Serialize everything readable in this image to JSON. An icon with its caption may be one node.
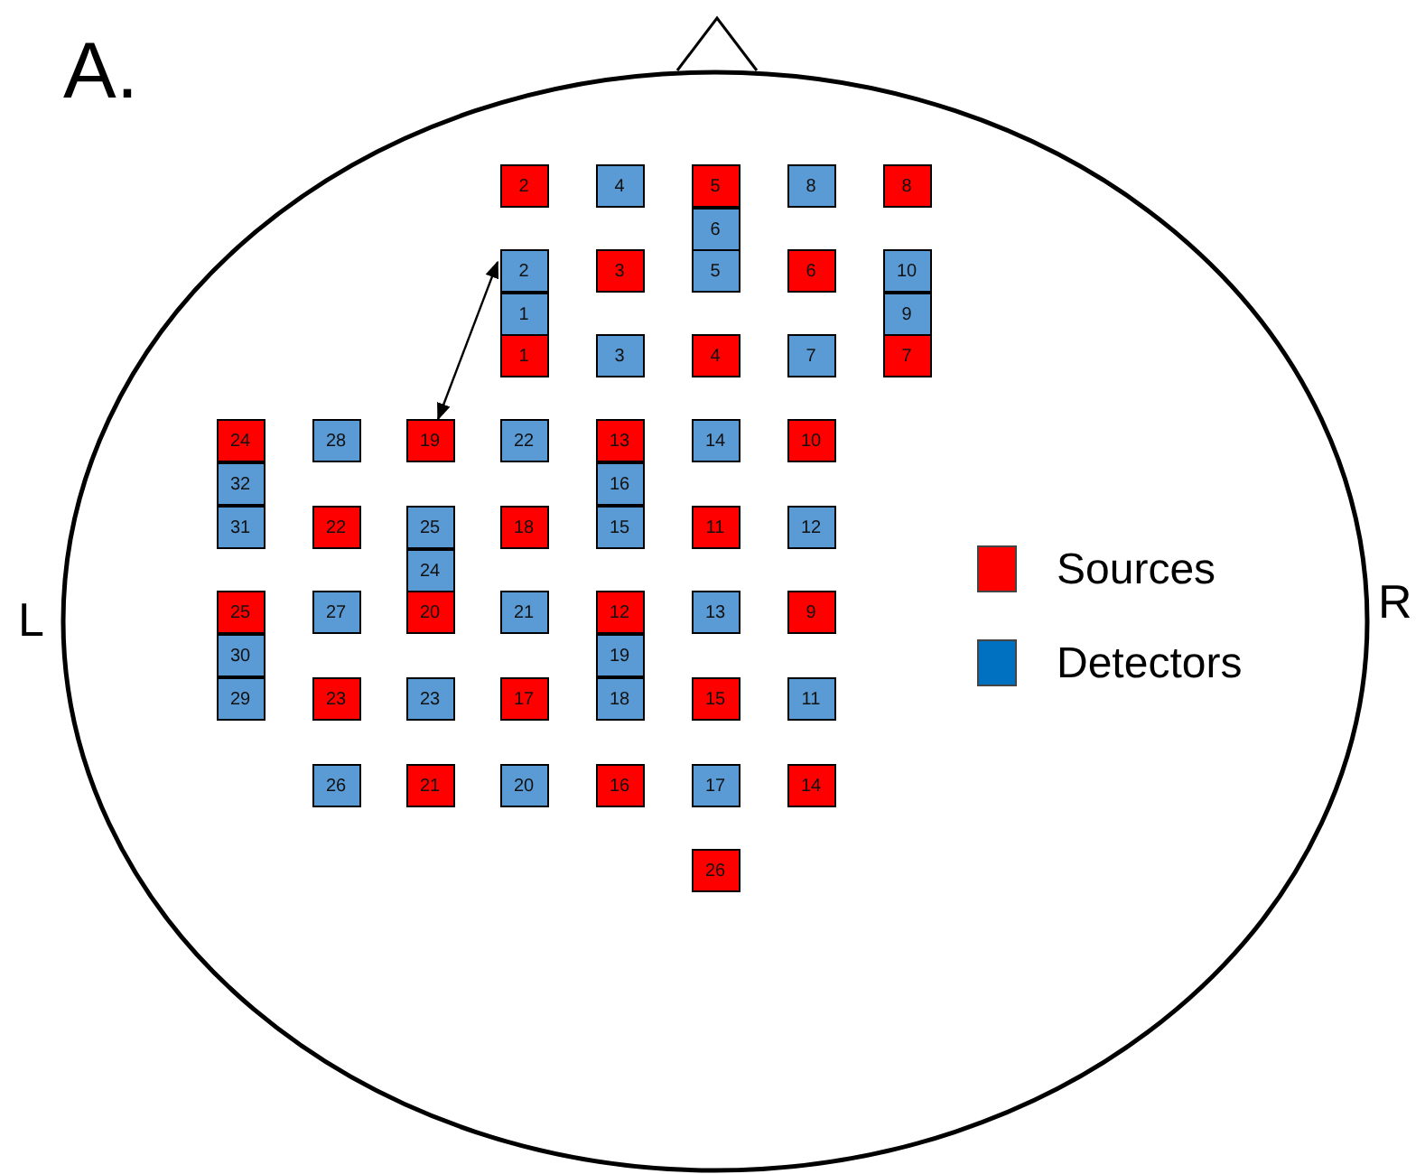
{
  "diagram": {
    "nodes": [
      {
        "text": [
          "2"
        ]
      },
      {
        "text": [
          "4"
        ]
      },
      {
        "text": [
          "5"
        ]
      },
      {
        "text": [
          "8"
        ]
      },
      {
        "text": [
          "8"
        ]
      },
      {
        "text": [
          "6"
        ]
      },
      {
        "text": [
          "2"
        ]
      },
      {
        "text": [
          "3"
        ]
      },
      {
        "text": [
          "5"
        ]
      },
      {
        "text": [
          "6"
        ]
      },
      {
        "text": [
          "10"
        ]
      },
      {
        "text": [
          "1"
        ]
      },
      {
        "text": [
          "9"
        ]
      },
      {
        "text": [
          "1"
        ]
      },
      {
        "text": [
          "3"
        ]
      },
      {
        "text": [
          "4"
        ]
      },
      {
        "text": [
          "7"
        ]
      },
      {
        "text": [
          "7"
        ]
      },
      {
        "text": [
          "24"
        ]
      },
      {
        "text": [
          "28"
        ]
      },
      {
        "text": [
          "19"
        ]
      },
      {
        "text": [
          "22"
        ]
      },
      {
        "text": [
          "13"
        ]
      },
      {
        "text": [
          "14"
        ]
      },
      {
        "text": [
          "10"
        ]
      },
      {
        "text": [
          "32"
        ]
      },
      {
        "text": [
          "16"
        ]
      },
      {
        "text": [
          "31"
        ]
      },
      {
        "text": [
          "22"
        ]
      },
      {
        "text": [
          "25"
        ]
      },
      {
        "text": [
          "18"
        ]
      },
      {
        "text": [
          "15"
        ]
      },
      {
        "text": [
          "11"
        ]
      },
      {
        "text": [
          "12"
        ]
      },
      {
        "text": [
          "24"
        ]
      },
      {
        "text": [
          "25"
        ]
      },
      {
        "text": [
          "27"
        ]
      },
      {
        "text": [
          "20"
        ]
      },
      {
        "text": [
          "21"
        ]
      },
      {
        "text": [
          "12"
        ]
      },
      {
        "text": [
          "13"
        ]
      },
      {
        "text": [
          "9"
        ]
      },
      {
        "text": [
          "30"
        ]
      },
      {
        "text": [
          "19"
        ]
      },
      {
        "text": [
          "29"
        ]
      },
      {
        "text": [
          "23"
        ]
      },
      {
        "text": [
          "23"
        ]
      },
      {
        "text": [
          "17"
        ]
      },
      {
        "text": [
          "18"
        ]
      },
      {
        "text": [
          "15"
        ]
      },
      {
        "text": [
          "11"
        ]
      },
      {
        "text": [
          "26"
        ]
      },
      {
        "text": [
          "21"
        ]
      },
      {
        "text": [
          "20"
        ]
      },
      {
        "text": [
          "16"
        ]
      },
      {
        "text": [
          "17"
        ]
      },
      {
        "text": [
          "14"
        ]
      },
      {
        "text": [
          "26"
        ]
      }
    ],
    "edges": [
      {
        "from": 6,
        "to": 20,
        "arrow": "both"
      }
    ],
    "labels": [
      "A.",
      "L",
      "R"
    ],
    "legend": [
      {
        "text": "Sources",
        "color": "#ff0000"
      },
      {
        "text": "Detectors",
        "color": "#0070c0"
      }
    ]
  }
}
